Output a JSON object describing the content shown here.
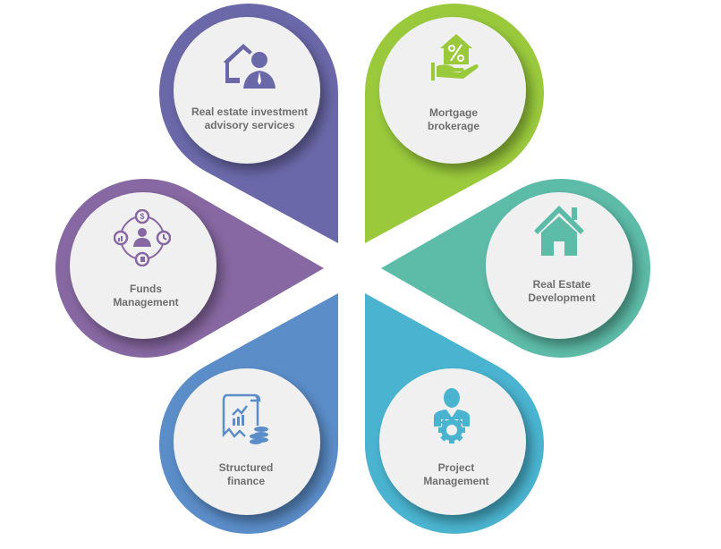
{
  "items": [
    {
      "label_line1": "Real estate investment",
      "label_line2": "advisory services",
      "icon": "house-businessman-icon",
      "color": "#6a68a8"
    },
    {
      "label_line1": "Mortgage",
      "label_line2": "brokerage",
      "icon": "hand-house-percent-icon",
      "color": "#9aca3c"
    },
    {
      "label_line1": "Real Estate",
      "label_line2": "Development",
      "icon": "house-icon",
      "color": "#5dbca8"
    },
    {
      "label_line1": "Project",
      "label_line2": "Management",
      "icon": "manager-gear-icon",
      "color": "#4ab4d0"
    },
    {
      "label_line1": "Structured",
      "label_line2": "finance",
      "icon": "document-coins-icon",
      "color": "#5b8dc9"
    },
    {
      "label_line1": "Funds",
      "label_line2": "Management",
      "icon": "funds-cycle-icon",
      "color": "#8768a2"
    }
  ]
}
